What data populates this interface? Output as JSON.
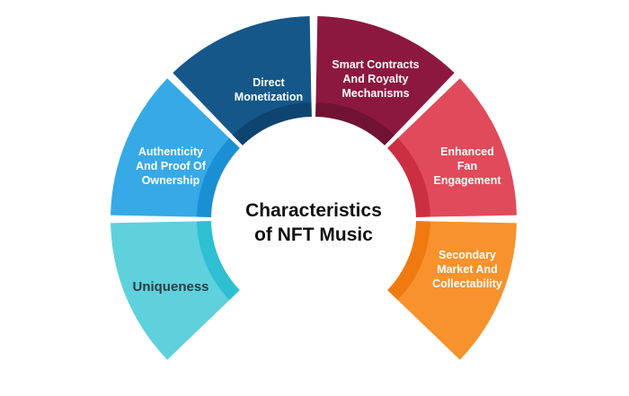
{
  "diagram": {
    "center_title_line1": "Characteristics",
    "center_title_line2": "of NFT Music",
    "segments": [
      {
        "label": "Uniqueness",
        "color": "#5ed1dc",
        "accent": "#2fbfd2"
      },
      {
        "label": "Authenticity And Proof Of Ownership",
        "color": "#37a9e6",
        "accent": "#1b8fd3"
      },
      {
        "label": "Direct Monetization",
        "color": "#165789",
        "accent": "#0e4470"
      },
      {
        "label": "Smart Contracts And Royalty Mechanisms",
        "color": "#8c1840",
        "accent": "#701233"
      },
      {
        "label": "Enhanced Fan Engagement",
        "color": "#e14a5a",
        "accent": "#cc2f42"
      },
      {
        "label": "Secondary Market And Collectability",
        "color": "#f7922c",
        "accent": "#f07a10"
      }
    ]
  }
}
